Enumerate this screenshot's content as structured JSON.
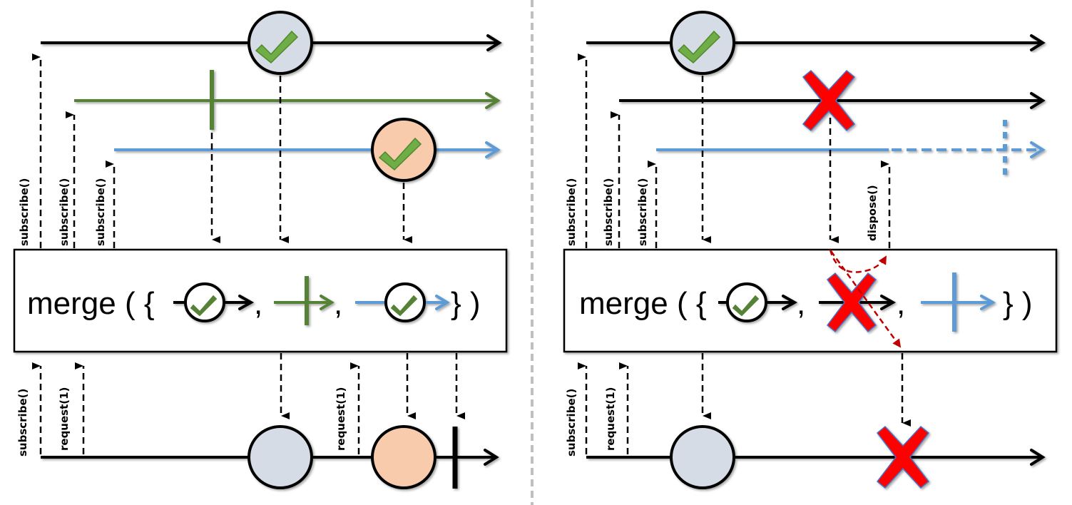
{
  "colors": {
    "line_black": "#000000",
    "line_green": "#548235",
    "line_blue": "#5b9bd5",
    "check_green": "#70ad47",
    "check_stroke": "#4e8a2e",
    "item_gray_fill": "#d6dce5",
    "item_orange_fill": "#f8cbad",
    "error_red": "#ff0000",
    "error_stroke": "#4472c4",
    "dispose_red": "#c00000",
    "divider": "#bfbfbf"
  },
  "labels": {
    "subscribe": "subscribe()",
    "request": "request(1)",
    "dispose": "dispose()"
  },
  "panels": [
    {
      "name": "left-panel",
      "title_parts": [
        "merge ( {",
        ",",
        ",",
        "} )"
      ],
      "scenario": "all sources complete",
      "sources": [
        {
          "color": "black",
          "event": "completion-check",
          "event_fill": "gray"
        },
        {
          "color": "green",
          "event": "completion-bar"
        },
        {
          "color": "blue",
          "event": "completion-check",
          "event_fill": "orange"
        }
      ],
      "inner_glyphs": [
        "black-check",
        "green-bar",
        "blue-check"
      ],
      "output_events": [
        "gray-item",
        "orange-item",
        "completion-bar"
      ],
      "upstream_calls": [
        "subscribe()",
        "subscribe()",
        "subscribe()"
      ],
      "downstream_calls": [
        "subscribe()",
        "request(1)",
        "request(1)"
      ]
    },
    {
      "name": "right-panel",
      "title_parts": [
        "merge ( {",
        ",",
        ",",
        "} )"
      ],
      "scenario": "second source errors, third source disposed",
      "sources": [
        {
          "color": "black",
          "event": "completion-check",
          "event_fill": "gray"
        },
        {
          "color": "black",
          "event": "error-x"
        },
        {
          "color": "blue",
          "event": "disposed-dashed"
        }
      ],
      "inner_glyphs": [
        "black-check",
        "black-error",
        "blue-bar"
      ],
      "output_events": [
        "gray-item",
        "error-x"
      ],
      "upstream_calls": [
        "subscribe()",
        "subscribe()",
        "subscribe()",
        "dispose()"
      ],
      "downstream_calls": [
        "subscribe()",
        "request(1)"
      ]
    }
  ]
}
